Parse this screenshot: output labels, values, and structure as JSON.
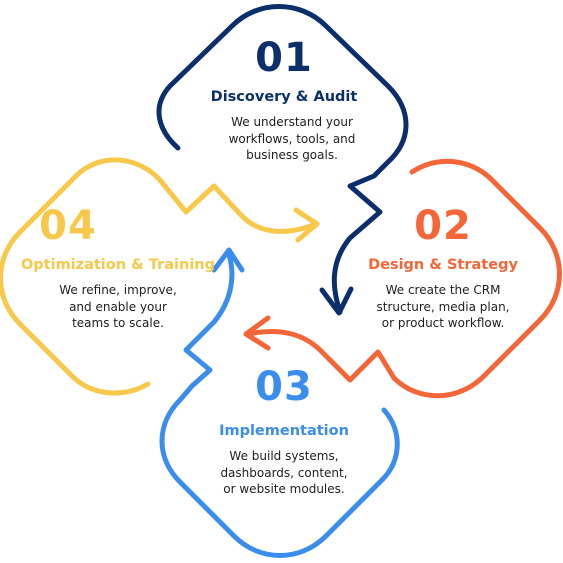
{
  "colors": {
    "step1": "#0c2f6b",
    "step2": "#f46637",
    "step3": "#3b8ded",
    "step4": "#f7c84a"
  },
  "steps": [
    {
      "number": "01",
      "title": "Discovery & Audit",
      "description": [
        "We understand your",
        "workflows, tools, and",
        "business goals."
      ]
    },
    {
      "number": "02",
      "title": "Design & Strategy",
      "description": [
        "We create the CRM",
        "structure, media plan,",
        "or product workflow."
      ]
    },
    {
      "number": "03",
      "title": "Implementation",
      "description": [
        "We build systems,",
        "dashboards, content,",
        "or website modules."
      ]
    },
    {
      "number": "04",
      "title": "Optimization & Training",
      "description": [
        "We refine, improve,",
        "and enable your",
        "teams to scale."
      ]
    }
  ]
}
